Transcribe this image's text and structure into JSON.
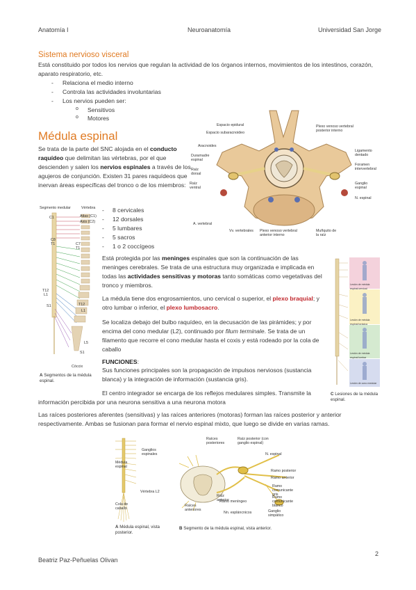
{
  "header": {
    "left": "Anatomía I",
    "center": "Neuroanatomía",
    "right": "Universidad San Jorge"
  },
  "section1": {
    "title": "Sistema nervioso visceral",
    "intro": "Está constituido por todos los nervios que regulan la actividad de los órganos internos, movimientos de los intestinos, corazón, aparato respiratorio, etc.",
    "bullets": [
      "Relaciona el medio interno",
      "Controla las actividades involuntarias",
      "Los nervios pueden ser:"
    ],
    "subbullets": [
      "Sensitivos",
      "Motores"
    ]
  },
  "section2": {
    "title": "Médula espinal",
    "intro": {
      "t1": "Se trata de la parte del SNC alojada en el ",
      "b1": "conducto raquídeo",
      "t2": " que delimitan las vértebras, por el que descienden y salen los ",
      "b2": "nervios espinales",
      "t3": " a través de los agujeros de conjunción. Existen 31 pares raquídeos que inervan áreas específicas del tronco o de los miembros:"
    },
    "counts": [
      "8 cervicales",
      "12 dorsales",
      "5 lumbares",
      "5 sacros",
      "1 o 2 coccígeos"
    ],
    "meninges": {
      "t1": "Está protegida por las ",
      "b1": "meninges",
      "t2": " espinales que son la continuación de las meninges cerebrales. Se trata de una estructura muy organizada e implicada en todas las ",
      "b2": "actividades sensitivas y motoras",
      "t3": " tanto somáticas como vegetativas del tronco y miembros."
    },
    "plexos": {
      "t1": "La médula tiene dos engrosamientos, uno cervical o superior, el ",
      "r1": "plexo braquial",
      "t2": "; y otro lumbar o inferior, el ",
      "r2": "plexo lumbosacro",
      "t3": "."
    },
    "bulbo": {
      "t1": "Se localiza debajo del bulbo raquídeo, en la decusación de las pirámides; y por encima del cono medular (L2), continuado por ",
      "i1": "filum terminale",
      "t2": ". Se trata de un filamento que recorre el cono medular hasta el coxis y está rodeado por la cola de caballo"
    },
    "funciones_title": "FUNCIONES",
    "funciones_colon": ":",
    "funciones_text": "Sus funciones principales son la propagación de impulsos nerviosos (sustancia blanca) y la integración de información (sustancia gris).",
    "integrador": "El centro integrador se encarga de los reflejos medulares simples. Transmite la información percibida por una neurona sensitiva a una neurona motora",
    "raices": "Las raíces posteriores aferentes (sensitivas) y las raíces anteriores (motoras) forman las raíces posterior y anterior respectivamente. Ambas se fusionan para formar el nervio espinal mixto, que luego se divide en varias ramas."
  },
  "figure_vertebra": {
    "labels_left": [
      "Espacio epidural",
      "Espacio subaracnoideo",
      "Aracnoides",
      "Duramadre espinal",
      "Raíz dorsal",
      "Raíz ventral",
      "A. vertebral"
    ],
    "labels_right": [
      "Plexo venoso vertebral posterior interno",
      "Ligamento dentado",
      "Foramen intervertebral",
      "Ganglio espinal",
      "N. espinal"
    ],
    "labels_bottom": [
      "Vv. vertebrales",
      "Plexo venoso vertebral anterior interno",
      "Muñquito de la raíz"
    ]
  },
  "figure_segments": {
    "col1": "Segmento medular",
    "col2": "Vértebra",
    "markers": [
      "C1",
      "Atlas (C1)",
      "Axis (C2)",
      "C8",
      "T1",
      "C7",
      "T1",
      "T12",
      "L1",
      "T12",
      "S1",
      "L1",
      "L5",
      "S1",
      "Cóccix"
    ],
    "caption_letter": "A",
    "caption": "Segmentos de la médula espinal."
  },
  "figure_lesions": {
    "labels": [
      "Lesión de médula espinal cervical",
      "Lesión de médula espinal torácica",
      "Lesión de médula espinal lumbar",
      "Lesión de cono medular"
    ],
    "caption_letter": "C",
    "caption": "Lesiones de la médula espinal."
  },
  "figure_bottom_a": {
    "labels": [
      "Ganglios espinales",
      "Médula espinal",
      "Vértebra L2",
      "Cola de caballo"
    ],
    "caption_letter": "A",
    "caption": "Médula espinal, vista posterior."
  },
  "figure_bottom_b": {
    "labels": [
      "Raíces posteriores",
      "Raíz posterior (con ganglio espinal)",
      "N. espinal",
      "Ramo posterior",
      "Ramo anterior",
      "Ramo comunicante gris",
      "Ramo comunicante blanco",
      "Ganglio simpático",
      "Raíz anterior",
      "Ramo meníngeo",
      "Raíces anteriores",
      "Nn. espláncnicos"
    ],
    "caption_letter": "B",
    "caption": "Segmento de la médula espinal, vista anterior."
  },
  "footer": {
    "author": "Beatriz Paz-Peñuelas Olivan",
    "page": "2"
  },
  "colors": {
    "orange_heading": "#e07a22",
    "red_term": "#c1272d"
  }
}
